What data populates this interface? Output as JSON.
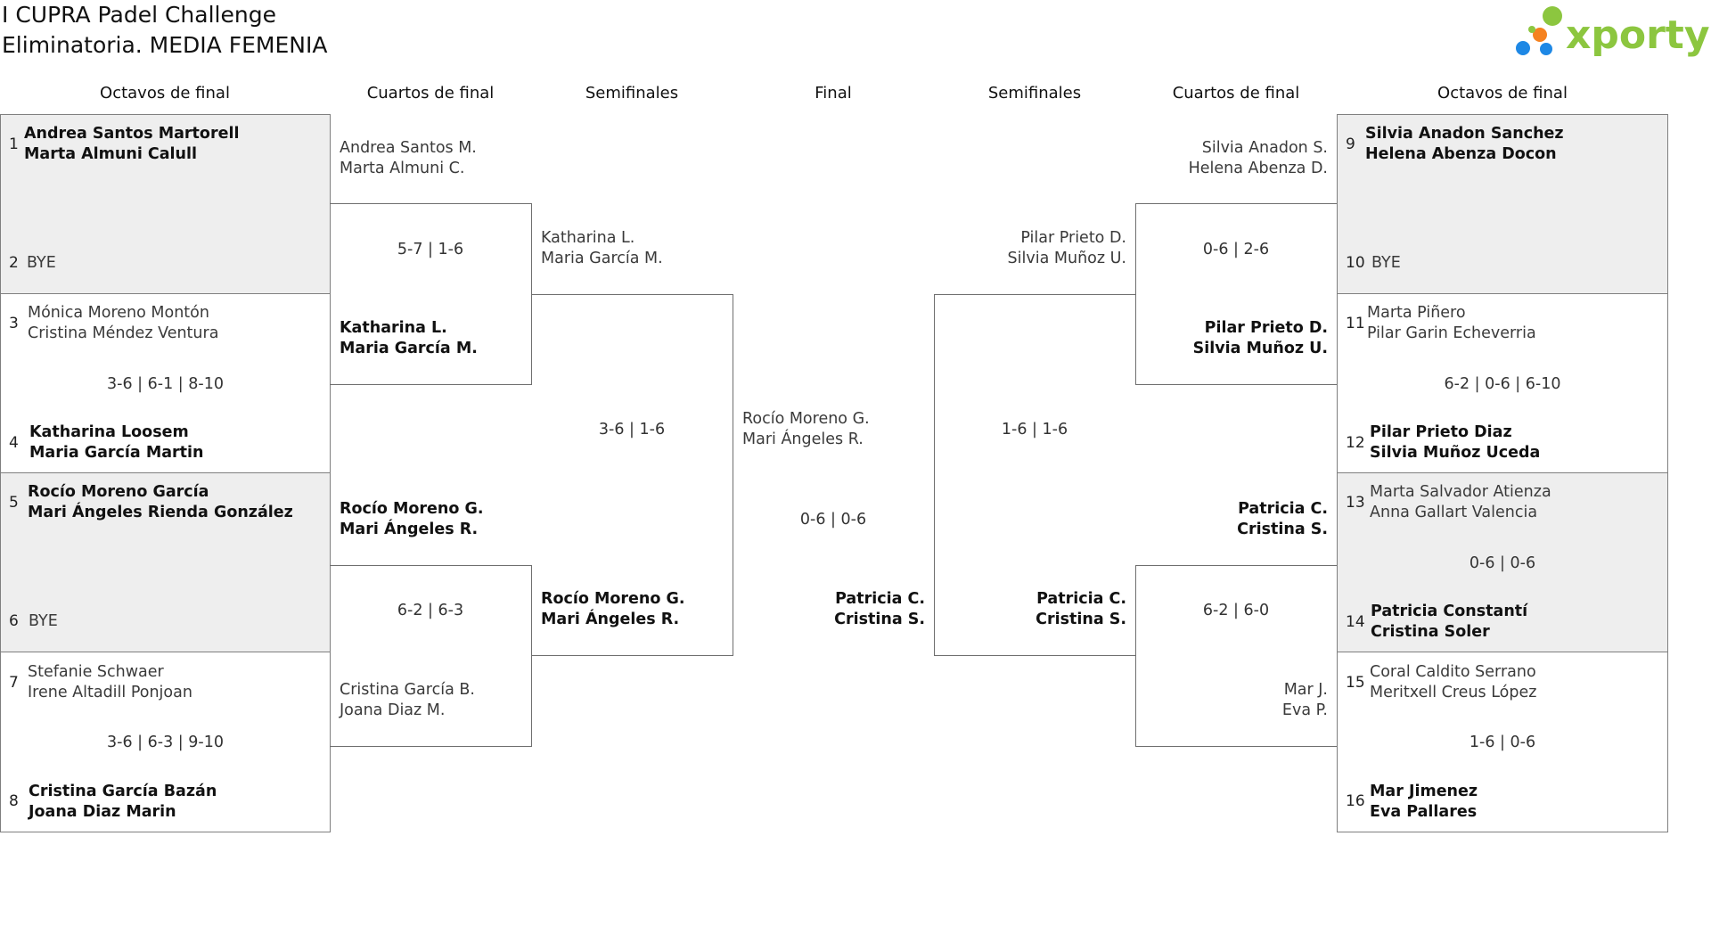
{
  "title": {
    "line1": "I CUPRA Padel Challenge",
    "line2": "Eliminatoria. MEDIA FEMENIA"
  },
  "logo": {
    "text": "xporty",
    "colors": [
      "#8cc63f",
      "#f58220",
      "#1e88e5",
      "#7cb342"
    ]
  },
  "headers": {
    "octavos_left": "Octavos de final",
    "cuartos_left": "Cuartos de final",
    "semis_left": "Semifinales",
    "final": "Final",
    "semis_right": "Semifinales",
    "cuartos_right": "Cuartos de final",
    "octavos_right": "Octavos de final"
  },
  "left_octavos": [
    {
      "top_seed": "1",
      "top": [
        "Andrea Santos Martorell",
        "Marta Almuni Calull"
      ],
      "bottom_seed": "2",
      "bottom": [
        "BYE"
      ],
      "score": ""
    },
    {
      "top_seed": "3",
      "top": [
        "Mónica Moreno Montón",
        "Cristina Méndez Ventura"
      ],
      "bottom_seed": "4",
      "bottom": [
        "Katharina Loosem",
        "Maria García Martin"
      ],
      "score": "3-6 | 6-1 | 8-10"
    },
    {
      "top_seed": "5",
      "top": [
        "Rocío Moreno García",
        "Mari Ángeles Rienda González"
      ],
      "bottom_seed": "6",
      "bottom": [
        "BYE"
      ],
      "score": ""
    },
    {
      "top_seed": "7",
      "top": [
        "Stefanie Schwaer",
        "Irene Altadill Ponjoan"
      ],
      "bottom_seed": "8",
      "bottom": [
        "Cristina García Bazán",
        "Joana Diaz Marin"
      ],
      "score": "3-6 | 6-3 | 9-10"
    }
  ],
  "right_octavos": [
    {
      "top_seed": "9",
      "top": [
        "Silvia Anadon Sanchez",
        "Helena Abenza Docon"
      ],
      "bottom_seed": "10",
      "bottom": [
        "BYE"
      ],
      "score": ""
    },
    {
      "top_seed": "11",
      "top": [
        "Marta Piñero",
        "Pilar Garin Echeverria"
      ],
      "bottom_seed": "12",
      "bottom": [
        "Pilar Prieto Diaz",
        "Silvia Muñoz Uceda"
      ],
      "score": "6-2 | 0-6 | 6-10"
    },
    {
      "top_seed": "13",
      "top": [
        "Marta Salvador Atienza",
        "Anna Gallart Valencia"
      ],
      "bottom_seed": "14",
      "bottom": [
        "Patricia Constantí",
        "Cristina Soler"
      ],
      "score": "0-6 | 0-6"
    },
    {
      "top_seed": "15",
      "top": [
        "Coral Caldito Serrano",
        "Meritxell Creus López"
      ],
      "bottom_seed": "16",
      "bottom": [
        "Mar Jimenez",
        "Eva Pallares"
      ],
      "score": "1-6 | 0-6"
    }
  ],
  "left_cuartos": [
    {
      "top": [
        "Andrea Santos M.",
        "Marta Almuni C."
      ],
      "bottom": [
        "Katharina L.",
        "Maria García M."
      ],
      "score": "5-7 | 1-6"
    },
    {
      "top": [
        "Rocío Moreno G.",
        "Mari Ángeles R."
      ],
      "bottom": [
        "Cristina García B.",
        "Joana Diaz M."
      ],
      "score": "6-2 | 6-3"
    }
  ],
  "right_cuartos": [
    {
      "top": [
        "Silvia Anadon S.",
        "Helena Abenza D."
      ],
      "bottom": [
        "Pilar Prieto D.",
        "Silvia Muñoz U."
      ],
      "score": "0-6 | 2-6"
    },
    {
      "top": [
        "Patricia C.",
        "Cristina S."
      ],
      "bottom": [
        "Mar J.",
        "Eva P."
      ],
      "score": "6-2 | 6-0"
    }
  ],
  "left_semi": {
    "top": [
      "Katharina L.",
      "Maria García M."
    ],
    "bottom": [
      "Rocío Moreno G.",
      "Mari Ángeles R."
    ],
    "score": "3-6 | 1-6"
  },
  "right_semi": {
    "top": [
      "Pilar Prieto D.",
      "Silvia Muñoz U."
    ],
    "bottom": [
      "Patricia C.",
      "Cristina S."
    ],
    "score": "1-6 | 1-6"
  },
  "final": {
    "top": [
      "Rocío Moreno G.",
      "Mari Ángeles R."
    ],
    "bottom": [
      "Patricia C.",
      "Cristina S."
    ],
    "score": "0-6 | 0-6"
  }
}
